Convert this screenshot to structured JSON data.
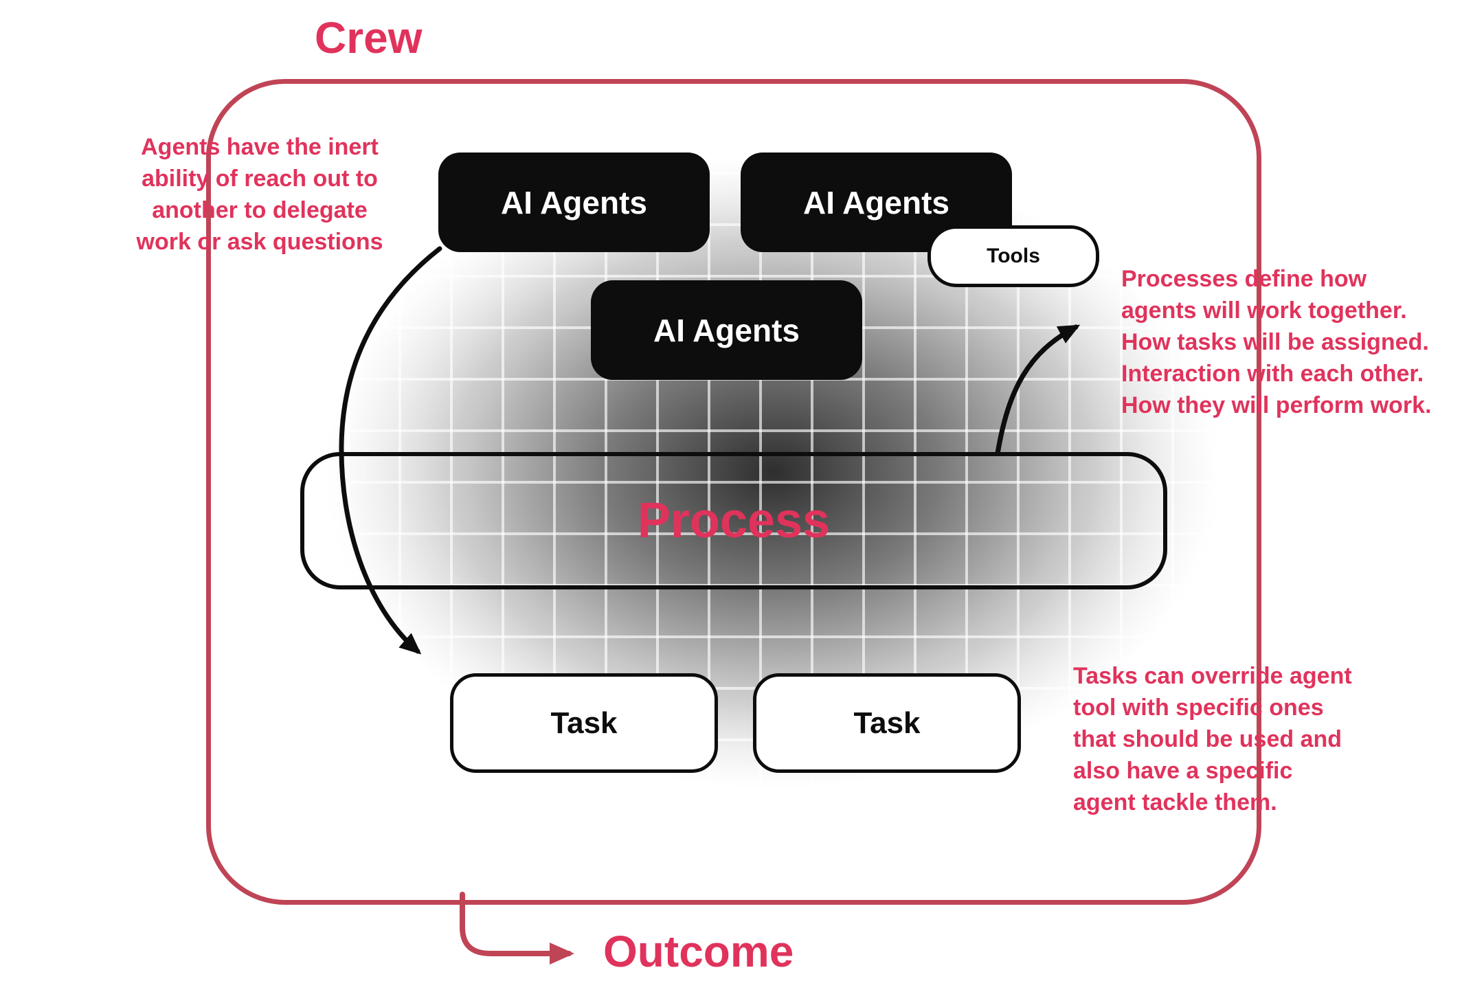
{
  "titles": {
    "crew": "Crew",
    "outcome": "Outcome"
  },
  "nodes": {
    "ai_agents_1": "AI Agents",
    "ai_agents_2": "AI Agents",
    "ai_agents_3": "AI Agents",
    "tools": "Tools",
    "process": "Process",
    "task_1": "Task",
    "task_2": "Task"
  },
  "annotations": {
    "agents": "Agents have the inert\nability of reach out to\nanother to delegate\nwork or ask questions",
    "process": "Processes define how\nagents will work together.\nHow tasks will be assigned.\nInteraction with each other.\nHow they will perform work.",
    "tasks": "Tasks can override agent\ntool with specific ones\nthat should be used and\nalso have a specific\nagent tackle them."
  },
  "colors": {
    "accent_crimson": "#e0335c",
    "frame_red": "#bf4456",
    "node_black": "#0d0d0d",
    "node_white": "#ffffff"
  }
}
